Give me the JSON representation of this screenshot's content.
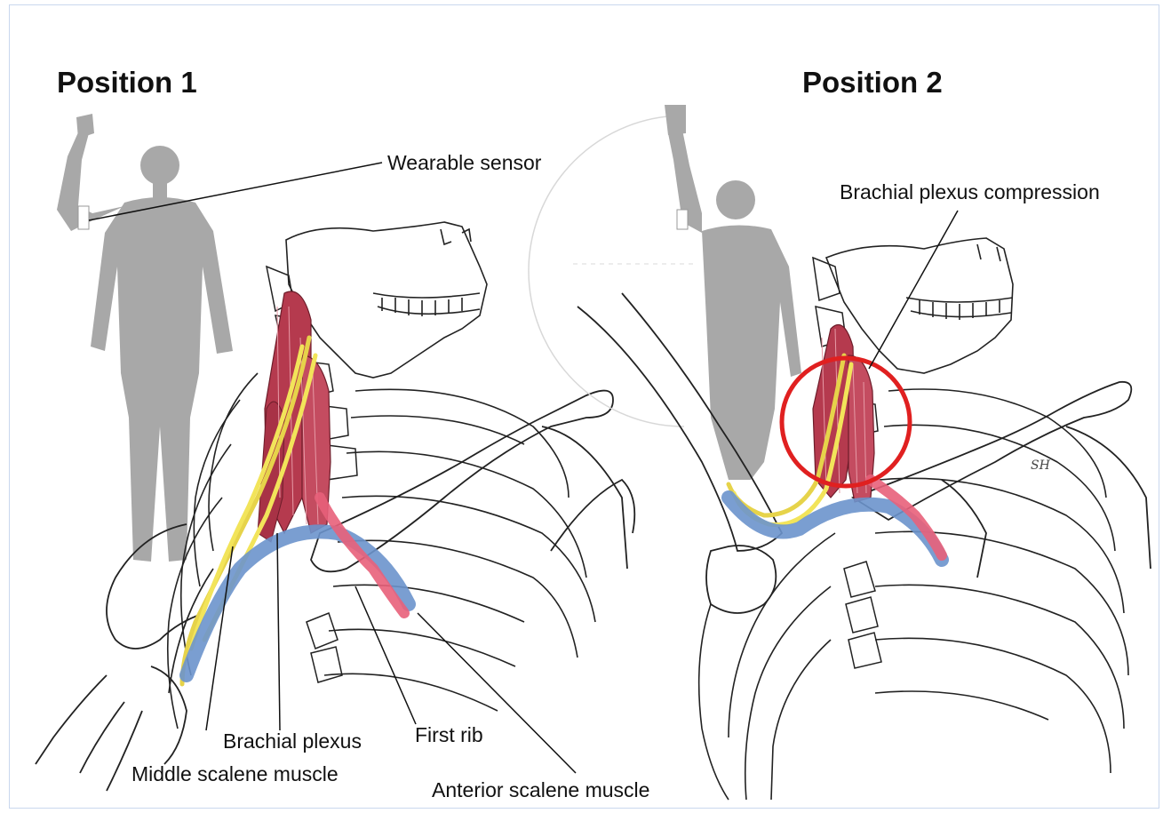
{
  "positions": {
    "left_title": "Position 1",
    "right_title": "Position 2"
  },
  "labels": {
    "wearable_sensor": "Wearable sensor",
    "brachial_plexus_compression": "Brachial plexus compression",
    "brachial_plexus": "Brachial plexus",
    "first_rib": "First rib",
    "middle_scalene_muscle": "Middle scalene muscle",
    "anterior_scalene_muscle": "Anterior scalene muscle"
  },
  "colors": {
    "silhouette": "#a8a8a8",
    "muscle": "#b53a4e",
    "nerve": "#f2e45a",
    "vein": "#6c93cc",
    "artery": "#e8607a",
    "highlight_circle": "#e02020",
    "bone_line": "#222222"
  },
  "artist_mark": "SH"
}
